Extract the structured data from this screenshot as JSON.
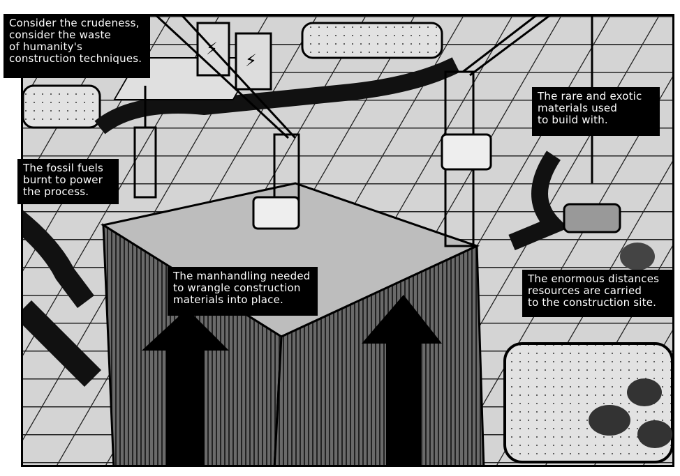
{
  "captions": [
    {
      "id": "crudeness",
      "text": "Consider the crudeness,\nconsider the waste\nof humanity's\nconstruction techniques."
    },
    {
      "id": "fossil-fuels",
      "text": "The fossil fuels\nburnt to power\nthe process."
    },
    {
      "id": "manhandling",
      "text": "The manhandling needed\nto wrangle construction\nmaterials into place."
    },
    {
      "id": "rare-materials",
      "text": "The rare and exotic\nmaterials used\nto build with."
    },
    {
      "id": "distances",
      "text": "The enormous distances\nresources are carried\nto the construction site."
    }
  ],
  "colors": {
    "ground": "#cfcfcf",
    "building": "#5a5a5a",
    "ink": "#000000",
    "road": "#111111"
  }
}
